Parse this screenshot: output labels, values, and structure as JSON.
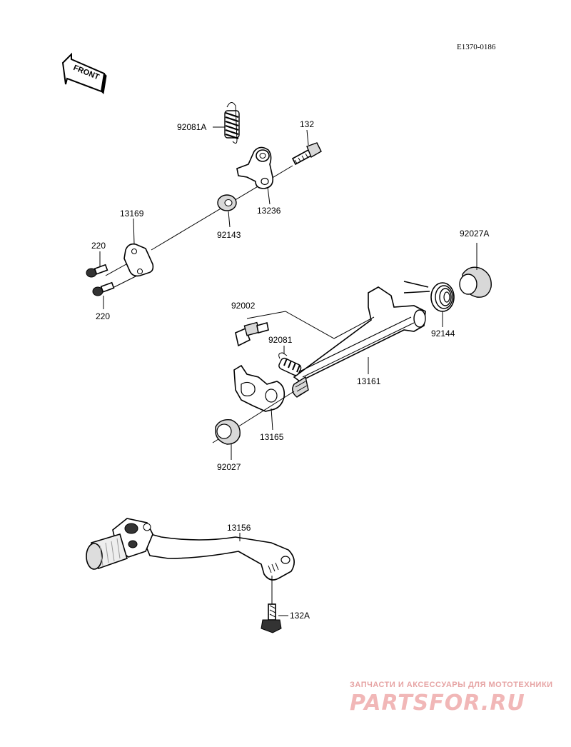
{
  "diagram_code": "E1370-0186",
  "front_arrow_label": "FRONT",
  "labels": {
    "spring_92081A": "92081A",
    "bolt_132": "132",
    "lever_13236": "13236",
    "washer_92143": "92143",
    "plate_13169": "13169",
    "screw_220_top": "220",
    "screw_220_bottom": "220",
    "seal_92027A": "92027A",
    "bolt_92002": "92002",
    "spring_92081": "92081",
    "spring_92144": "92144",
    "shaft_13161": "13161",
    "arm_13165": "13165",
    "seal_92027": "92027",
    "pedal_13156": "13156",
    "bolt_132A": "132A"
  },
  "watermark": {
    "line1": "ЗАПЧАСТИ И АКСЕССУАРЫ ДЛЯ МОТОТЕХНИКИ",
    "line2": "PARTSFOR.RU"
  }
}
